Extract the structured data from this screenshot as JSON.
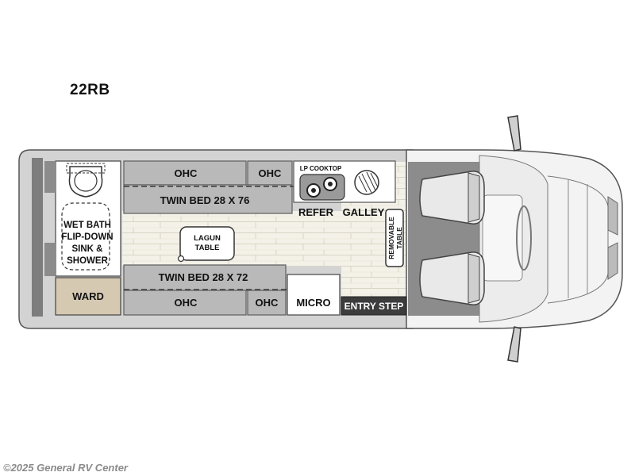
{
  "model": "22RB",
  "labels": {
    "ohc": "OHC",
    "twin_bed_upper": "TWIN BED 28 X 76",
    "twin_bed_lower": "TWIN BED 28 X 72",
    "wet_bath": [
      "WET BATH",
      "FLIP-DOWN",
      "SINK &",
      "SHOWER"
    ],
    "ward": "WARD",
    "lagun_table": [
      "LAGUN",
      "TABLE"
    ],
    "lp_cooktop": "LP COOKTOP",
    "refer": "REFER",
    "galley": "GALLEY",
    "removable_table": [
      "REMOVABLE",
      "TABLE"
    ],
    "micro": "MICRO",
    "entry_step": "ENTRY STEP"
  },
  "colors": {
    "cabinet": "#b9b9b9",
    "cabinet_stroke": "#5e5e5e",
    "wall": "#7d7d7d",
    "cab_floor": "#8c8c8c",
    "floor": "#f1efe6",
    "ward": "#d6c9b1",
    "entry_step": "#3c3c3c"
  },
  "copyright": "©2025 General RV Center"
}
